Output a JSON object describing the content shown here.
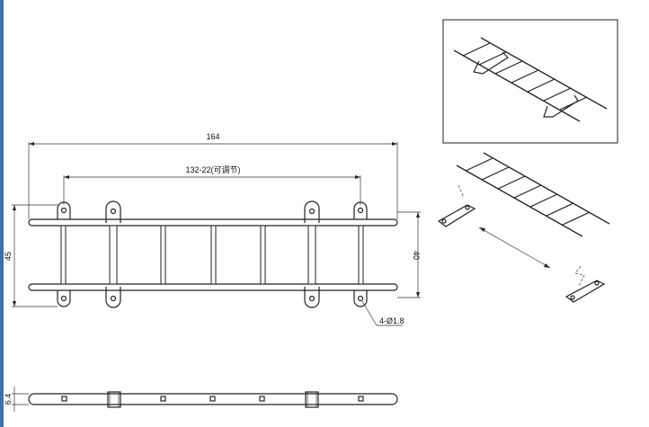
{
  "dimensions": {
    "overall_length": "164",
    "adjustable_span": "132-22(可调节)",
    "overall_height": "45",
    "rail_spacing": "40",
    "hole_spec": "4-Ø1.8",
    "side_thickness": "6.4"
  },
  "colors": {
    "line": "#222222",
    "accent_bar": "#3c6fb0",
    "background": "#ffffff"
  }
}
